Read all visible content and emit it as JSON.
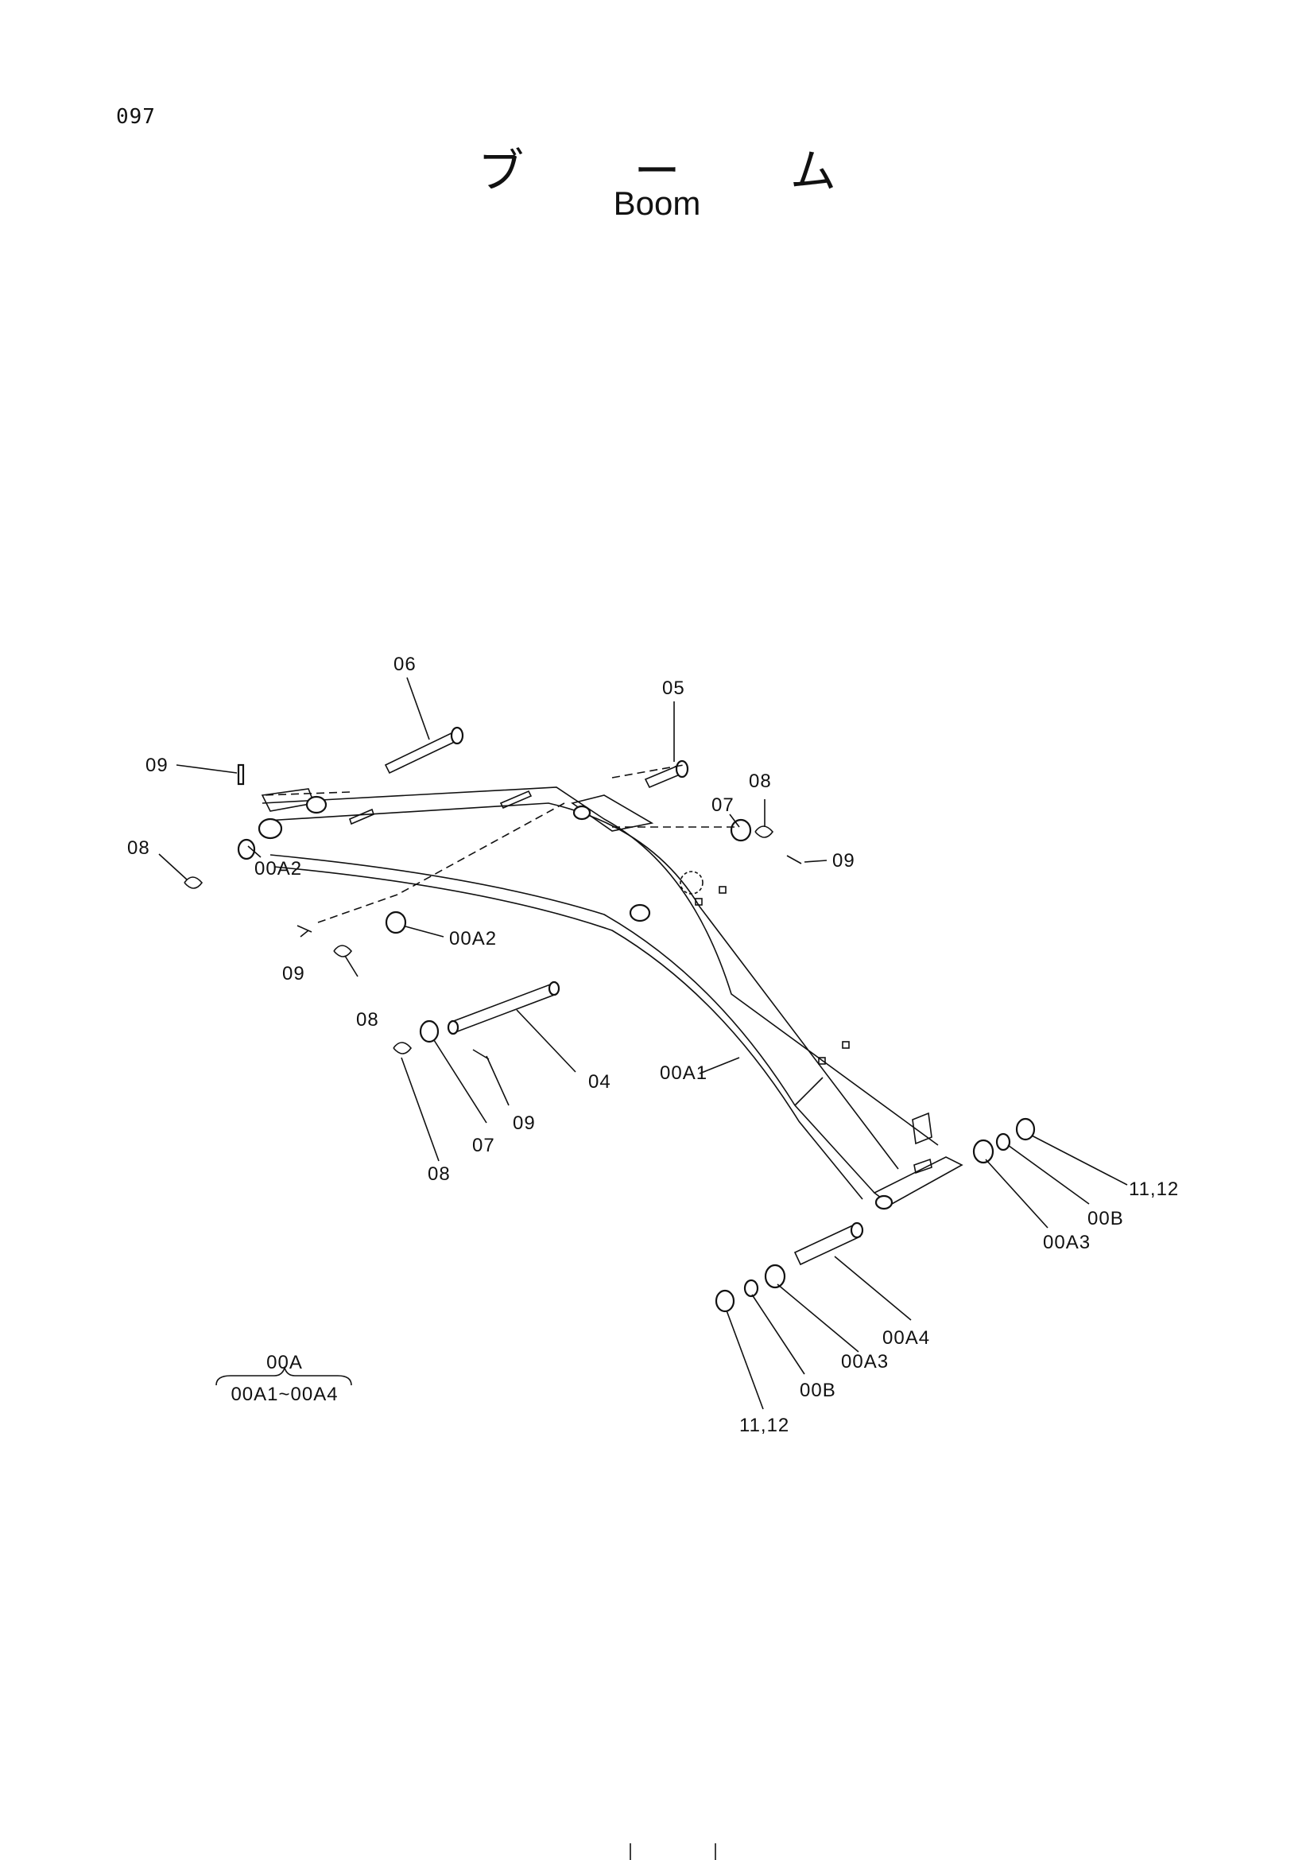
{
  "page_number": "097",
  "title_jp": "ブ ー ム",
  "title_en": "Boom",
  "callouts": {
    "c06": "06",
    "c05": "05",
    "c09_a": "09",
    "c08_a": "08",
    "c00A2_a": "00A2",
    "c07_a": "07",
    "c08_b": "08",
    "c09_b": "09",
    "c09_c": "09",
    "c00A2_b": "00A2",
    "c08_c": "08",
    "c04": "04",
    "c00A1": "00A1",
    "c09_d": "09",
    "c07_b": "07",
    "c08_d": "08",
    "c11_12_a": "11,12",
    "c00B_a": "00B",
    "c00A3_a": "00A3",
    "c00A4": "00A4",
    "c00A3_b": "00A3",
    "c00B_b": "00B",
    "c11_12_b": "11,12"
  },
  "legend": {
    "top": "00A",
    "bottom": "00A1~00A4"
  }
}
